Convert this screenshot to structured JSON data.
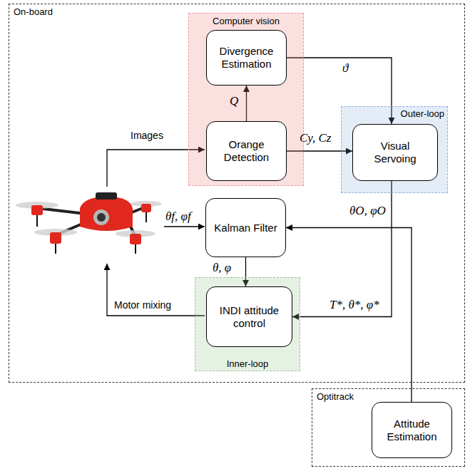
{
  "diagram": {
    "nodes": [
      {
        "text": [
          "On-board"
        ]
      },
      {
        "text": [
          "Computer vision"
        ],
        "in": 0
      },
      {
        "text": [
          "Divergence Estimation"
        ],
        "in": 1
      },
      {
        "text": [
          "Orange Detection"
        ],
        "in": 1
      },
      {
        "text": [
          "Outer-loop"
        ],
        "in": 0
      },
      {
        "text": [
          "Visual Servoing"
        ],
        "in": 4
      },
      {
        "text": [
          "Kalman Filter"
        ],
        "in": 0
      },
      {
        "text": [
          "Inner-loop"
        ],
        "in": 0
      },
      {
        "text": [
          "INDI attitude control"
        ],
        "in": 7
      },
      {
        "text": [
          "Optitrack"
        ]
      },
      {
        "text": [
          "Attitude Estimation"
        ],
        "in": 9
      }
    ],
    "edges": [
      {
        "from": 3,
        "to": 2,
        "label": "Q",
        "arrow": "to"
      },
      {
        "from": 2,
        "to": 5,
        "label": "ϑ",
        "arrow": "to"
      },
      {
        "from": 3,
        "to": 5,
        "label": "Cy, Cz",
        "arrow": "to"
      },
      {
        "from": 5,
        "to": 8,
        "label": "T*, θ*, φ*",
        "arrow": "to"
      },
      {
        "from": 10,
        "to": 6,
        "label": "θO, φO",
        "arrow": "to"
      },
      {
        "from": 6,
        "to": 8,
        "label": "θ, φ",
        "arrow": "to"
      }
    ],
    "labels": [
      "Images",
      "θf, φf",
      "Motor mixing"
    ]
  }
}
